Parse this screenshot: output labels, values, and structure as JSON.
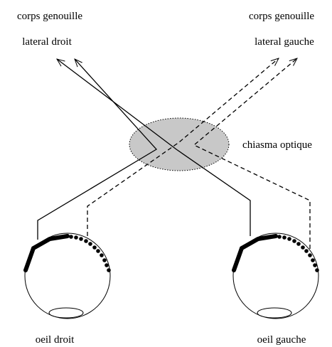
{
  "colors": {
    "ink": "#000000",
    "chiasma_fill": "#c8c8c8",
    "background": "#ffffff"
  },
  "labels": {
    "right_lgn_line1": "corps genouille",
    "right_lgn_line2": "lateral droit",
    "left_lgn_line1": "corps genouille",
    "left_lgn_line2": "lateral gauche",
    "chiasma": "chiasma optique",
    "right_eye": "oeil droit",
    "left_eye": "oeil gauche"
  }
}
